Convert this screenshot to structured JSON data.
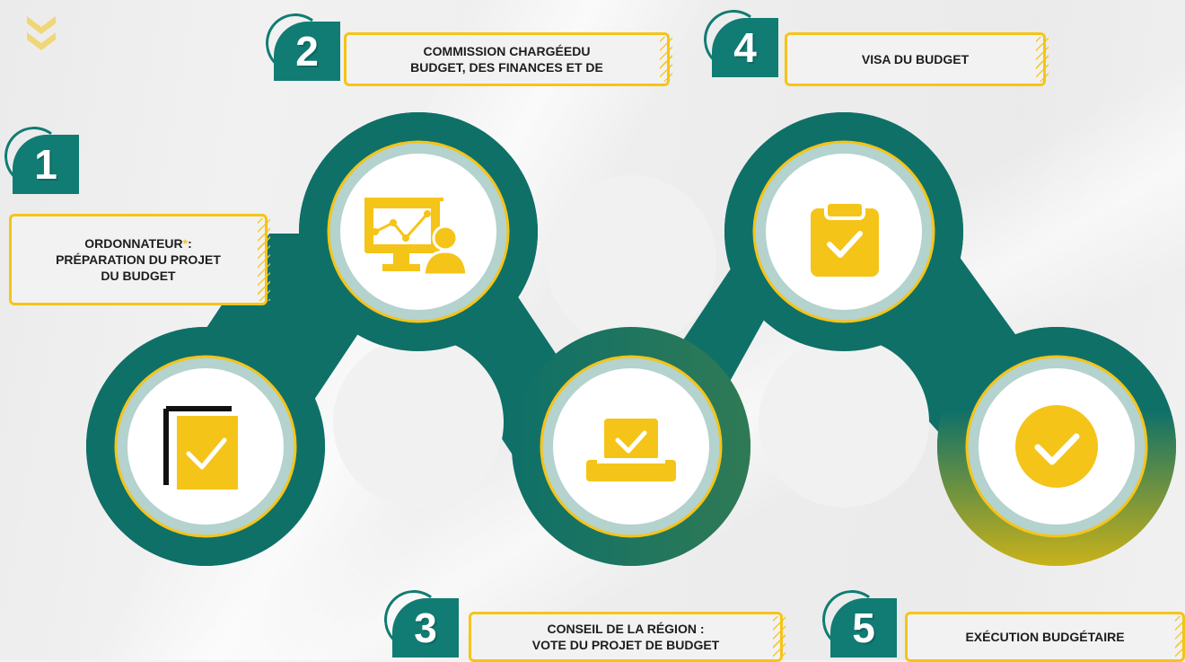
{
  "colors": {
    "teal": "#0f7068",
    "yellow": "#f5c418",
    "ring": "#b4d2ce",
    "white": "#ffffff"
  },
  "steps": [
    {
      "number": "1",
      "lines": [
        "ORDONNATEUR",
        ": ",
        "PRÉPARATION DU PROJET",
        "DU BUDGET"
      ],
      "marker": "*"
    },
    {
      "number": "2",
      "lines": [
        "COMMISSION CHARGÉEDU",
        "BUDGET, DES FINANCES ET DE"
      ]
    },
    {
      "number": "3",
      "lines": [
        "CONSEIL DE LA RÉGION :",
        "VOTE DU PROJET DE BUDGET"
      ]
    },
    {
      "number": "4",
      "lines": [
        "VISA DU BUDGET"
      ]
    },
    {
      "number": "5",
      "lines": [
        "EXÉCUTION BUDGÉTAIRE"
      ]
    }
  ],
  "icons": [
    "document-check-icon",
    "presentation-icon",
    "ballot-box-icon",
    "clipboard-check-icon",
    "check-circle-icon"
  ],
  "decoration": "double-chevron-down-icon"
}
